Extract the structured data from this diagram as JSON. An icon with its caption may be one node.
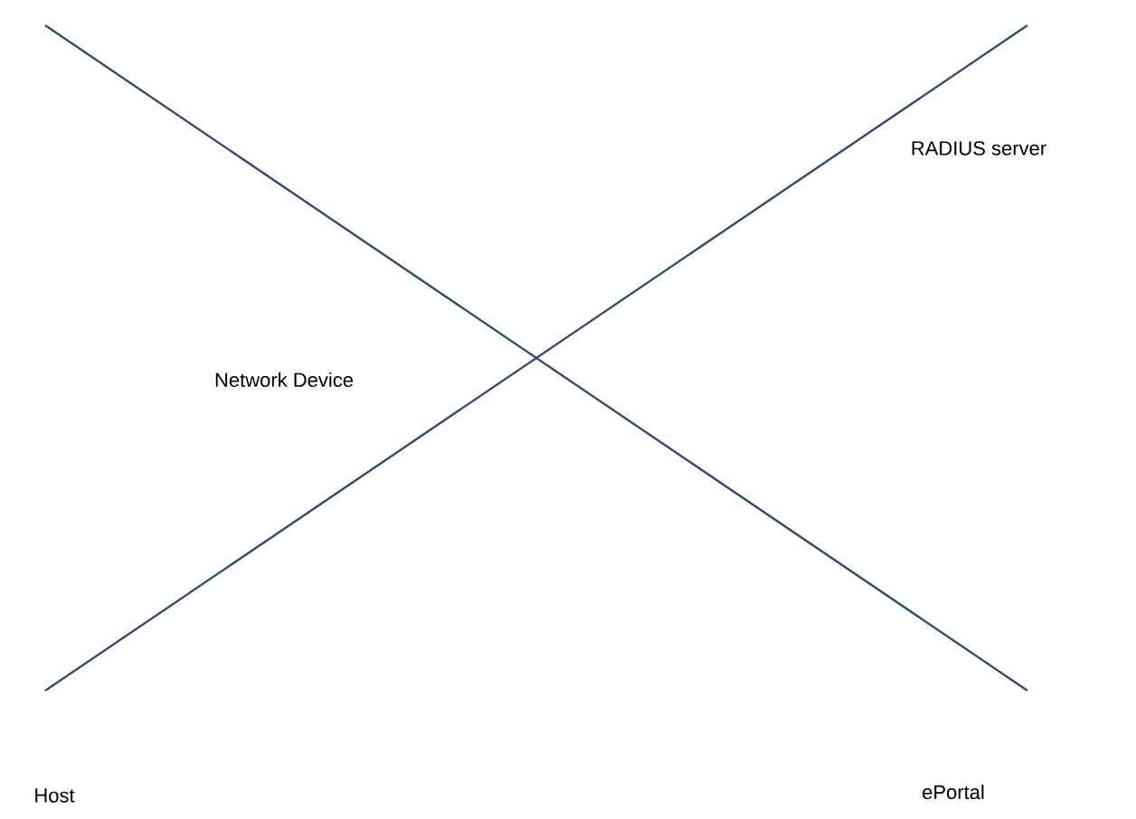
{
  "diagram": {
    "labels": [
      "RADIUS server",
      "Network Device",
      "Host",
      "ePortal"
    ]
  }
}
